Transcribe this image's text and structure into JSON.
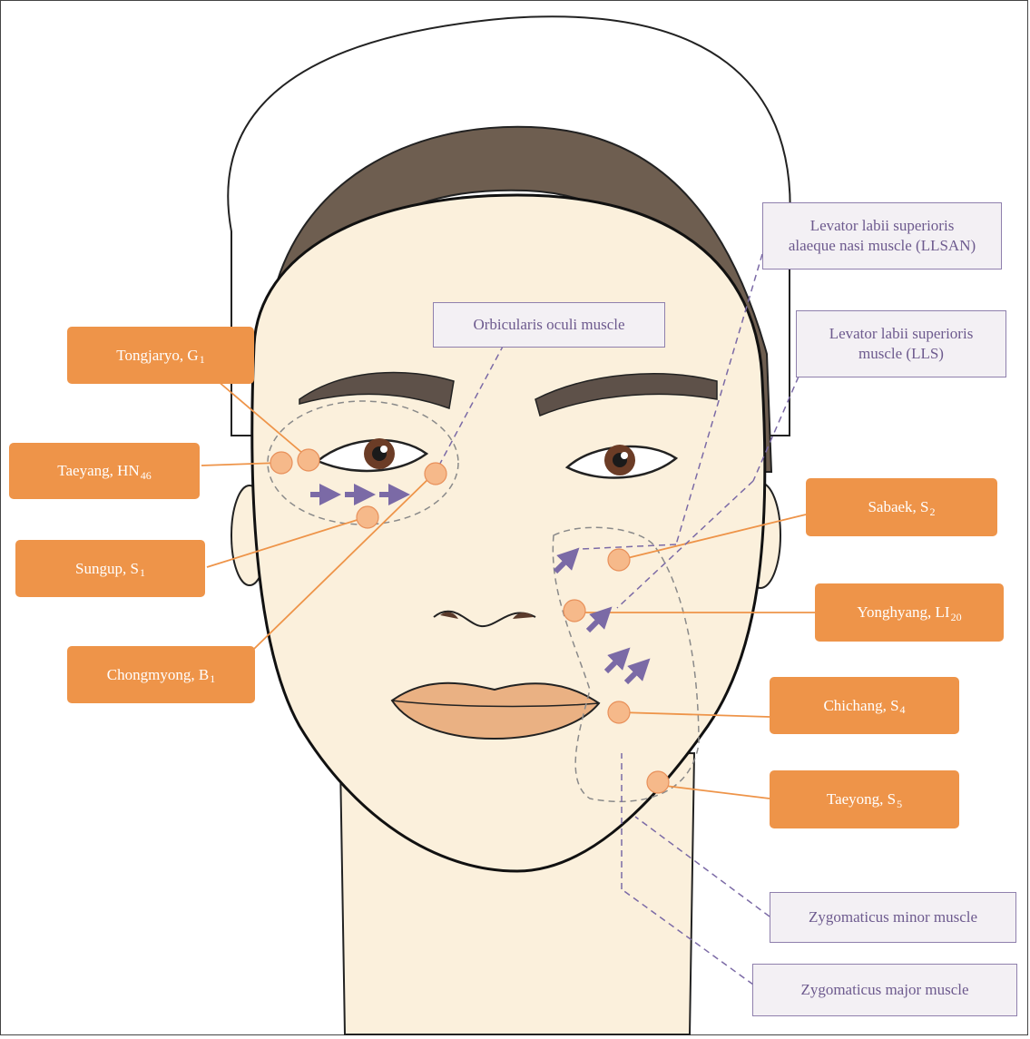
{
  "acupoints": [
    {
      "id": "tongjaryo",
      "name": "Tongjaryo, G",
      "sub": "1"
    },
    {
      "id": "taeyang",
      "name": "Taeyang, HN",
      "sub": "46"
    },
    {
      "id": "sungup",
      "name": "Sungup, S",
      "sub": "1"
    },
    {
      "id": "chongmyong",
      "name": "Chongmyong, B",
      "sub": "1"
    },
    {
      "id": "sabaek",
      "name": "Sabaek, S",
      "sub": "2"
    },
    {
      "id": "yonghyang",
      "name": "Yonghyang, LI",
      "sub": "20"
    },
    {
      "id": "chichang",
      "name": "Chichang, S",
      "sub": "4"
    },
    {
      "id": "taeyong",
      "name": "Taeyong, S",
      "sub": "5"
    }
  ],
  "muscles": {
    "llsan_line1": "Levator labii superioris",
    "llsan_line2": "alaeque nasi muscle (LLSAN)",
    "lls_line1": "Levator labii superioris",
    "lls_line2": "muscle (LLS)",
    "orbicularis": "Orbicularis oculi muscle",
    "zyg_minor": "Zygomaticus minor muscle",
    "zyg_major": "Zygomaticus major muscle"
  },
  "colors": {
    "acupoint_box": "#ee9449",
    "acupoint_dot": "#f6b98a",
    "muscle_text": "#6d5a8e",
    "arrow": "#7b6aa6",
    "skin": "#fbf0dc"
  }
}
